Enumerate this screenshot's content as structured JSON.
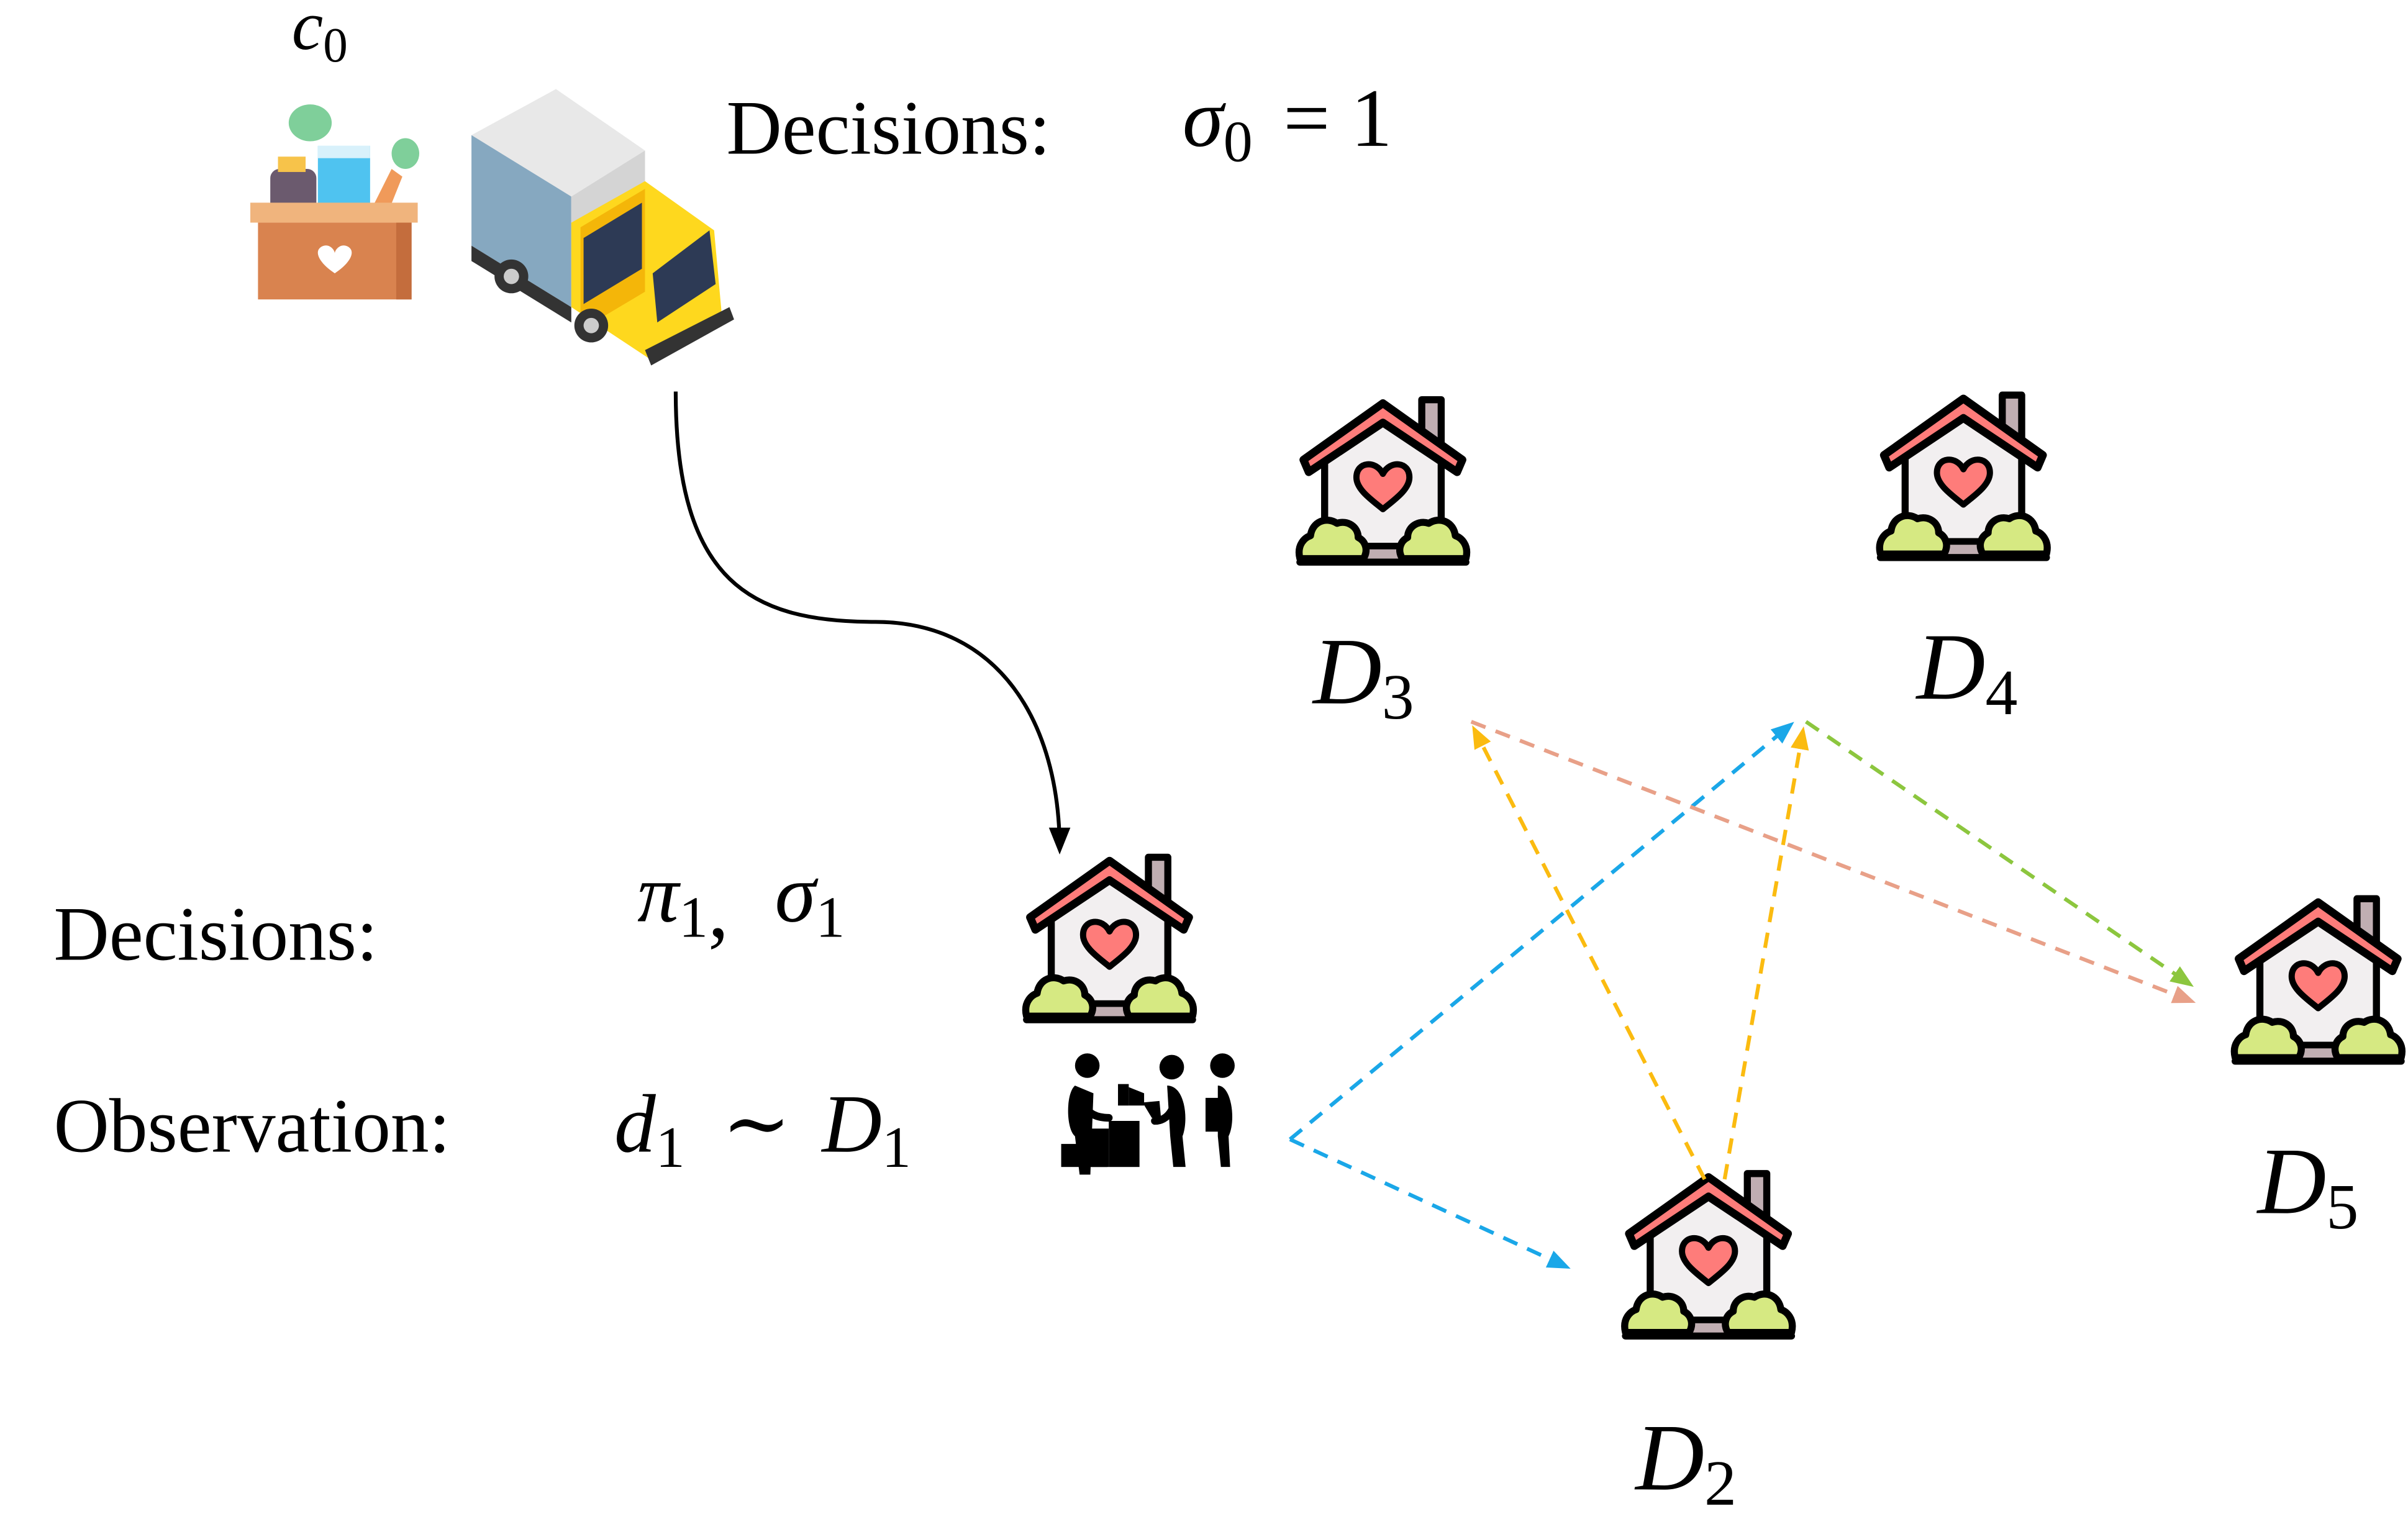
{
  "top": {
    "depot_label": "c",
    "depot_sub": "0",
    "decisions_label": "Decisions:",
    "decision_sym": "σ",
    "decision_sub": "0",
    "decision_eq": "= 1"
  },
  "current": {
    "decisions_label": "Decisions:",
    "pi_sym": "π",
    "pi_sub": "1",
    "comma": ",",
    "sigma_sym": "σ",
    "sigma_sub": "1",
    "observation_label": "Observation:",
    "obs_sym": "d",
    "obs_sub": "1",
    "obs_rel": "∼",
    "dist_sym": "D",
    "dist_sub": "1"
  },
  "nodes": [
    {
      "sym": "D",
      "sub": "2"
    },
    {
      "sym": "D",
      "sub": "3"
    },
    {
      "sym": "D",
      "sub": "4"
    },
    {
      "sym": "D",
      "sub": "5"
    }
  ],
  "colors": {
    "blue": "#1aa7e8",
    "yellow": "#fbbb10",
    "salmon": "#e8a088",
    "green": "#8cc63e",
    "roof": "#fe7c7a",
    "wall": "#f2eff0",
    "bush": "#d6e982",
    "chimney": "#c0aeb2"
  }
}
